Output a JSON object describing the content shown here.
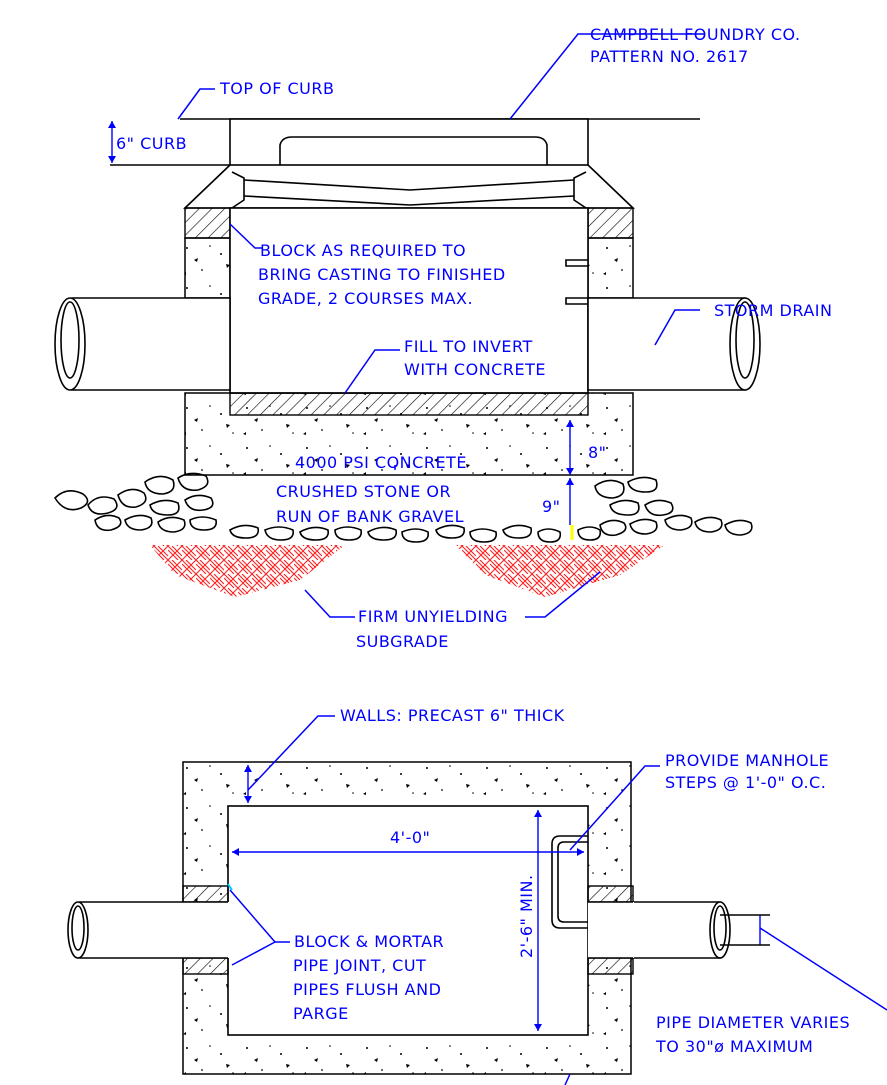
{
  "colors": {
    "text": "#0000ff",
    "outline": "#000000",
    "subgrade": "#ff2020",
    "marker": "#ffff00"
  },
  "section": {
    "casting_line1": "CAMPBELL FOUNDRY CO.",
    "casting_line2": "PATTERN NO. 2617",
    "top_of_curb": "TOP OF CURB",
    "curb": "6\" CURB",
    "block_line1": "BLOCK AS REQUIRED TO",
    "block_line2": "BRING CASTING TO FINISHED",
    "block_line3": "GRADE, 2 COURSES MAX.",
    "storm_drain": "STORM DRAIN",
    "fill_line1": "FILL TO INVERT",
    "fill_line2": "WITH CONCRETE",
    "concrete": "4000 PSI CONCRETE",
    "dim_8": "8\"",
    "stone_line1": "CRUSHED STONE OR",
    "stone_line2": "RUN OF BANK GRAVEL",
    "dim_9": "9\"",
    "subgrade_line1": "FIRM UNYIELDING",
    "subgrade_line2": "SUBGRADE"
  },
  "plan": {
    "walls": "WALLS: PRECAST 6\" THICK",
    "steps_line1": "PROVIDE MANHOLE",
    "steps_line2": "STEPS @ 1'-0\" O.C.",
    "width": "4'-0\"",
    "depth": "2'-6\" MIN.",
    "joint_line1": "BLOCK & MORTAR",
    "joint_line2": "PIPE JOINT, CUT",
    "joint_line3": "PIPES FLUSH AND",
    "joint_line4": "PARGE",
    "pipe_line1": "PIPE DIAMETER VARIES",
    "pipe_line2": "TO 30\"ø MAXIMUM"
  }
}
